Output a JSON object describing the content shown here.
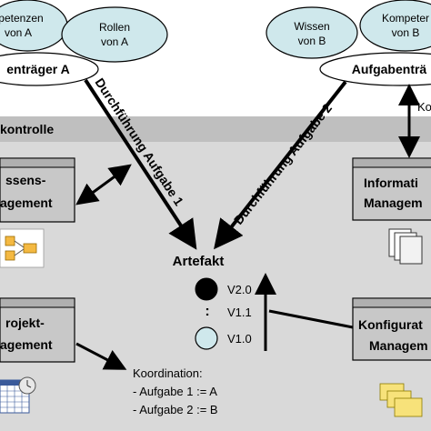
{
  "top_left": {
    "bubble_competences": "Kompetenzen von A",
    "bubble_competences_line1": "mpetenzen",
    "bubble_competences_line2": "von A",
    "bubble_roles_line1": "Rollen",
    "bubble_roles_line2": "von A",
    "task_holder": "enträger A"
  },
  "top_right": {
    "bubble_knowledge_line1": "Wissen",
    "bubble_knowledge_line2": "von B",
    "bubble_competences_line1": "Kompeter",
    "bubble_competences_line2": "von B",
    "task_holder": "Aufgabenträ",
    "side_label": "Ko"
  },
  "band_label": "kontrolle",
  "arrows": {
    "task1": "Durchführung Aufgabe 1",
    "task2": "Durchführung Aufgabe 2"
  },
  "boxes": {
    "knowledge_mgmt_line1": "ssens-",
    "knowledge_mgmt_line2": "agement",
    "project_mgmt_line1": "rojekt-",
    "project_mgmt_line2": "agement",
    "info_mgmt_line1": "Informati",
    "info_mgmt_line2": "Managem",
    "config_mgmt_line1": "Konfigurat",
    "config_mgmt_line2": "Managem"
  },
  "artifact": {
    "title": "Artefakt",
    "version_top": "V2.0",
    "version_mid": "V1.1",
    "version_bottom": "V1.0",
    "ellipsis": ":"
  },
  "coordination": {
    "title": "Koordination:",
    "line1": "- Aufgabe 1 := A",
    "line2": "- Aufgabe 2 := B"
  },
  "colors": {
    "band": "#d9d9d9",
    "band_header": "#bfbfbf",
    "bubble_fill": "#cfe8ec",
    "box_fill": "#c8c8c8",
    "v10_fill": "#cfe8ec"
  }
}
